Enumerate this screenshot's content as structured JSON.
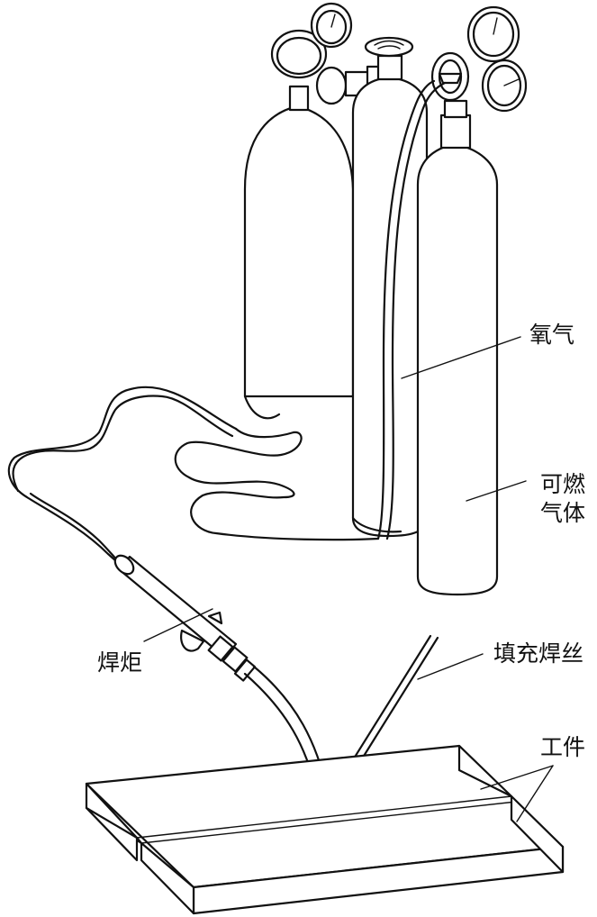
{
  "labels": {
    "oxygen": "氧气",
    "fuel_gas_line1": "可燃",
    "fuel_gas_line2": "气体",
    "torch": "焊炬",
    "filler_wire": "填充焊丝",
    "workpiece": "工件"
  }
}
